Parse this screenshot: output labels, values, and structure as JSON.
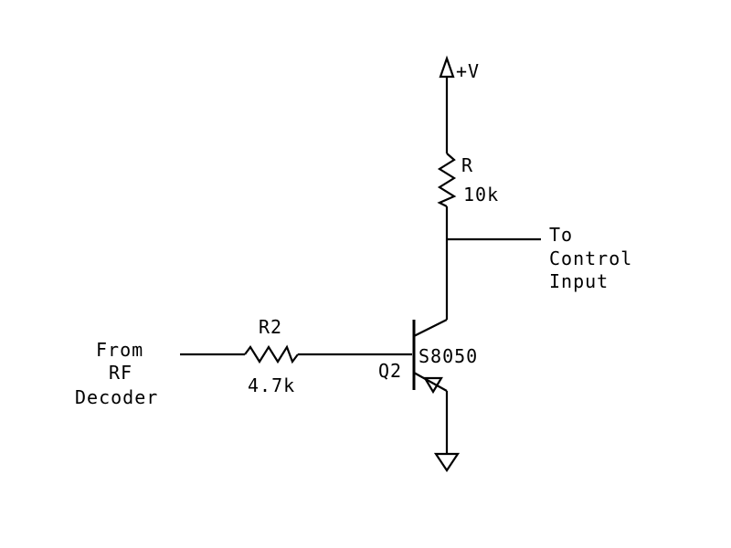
{
  "supply": {
    "label": "+V"
  },
  "resistor_r": {
    "ref": "R",
    "value": "10k"
  },
  "resistor_r2": {
    "ref": "R2",
    "value": "4.7k"
  },
  "transistor": {
    "ref": "Q2",
    "part": "S8050"
  },
  "output_label": [
    "To",
    "Control",
    "Input"
  ],
  "input_label": [
    "From",
    "RF",
    "Decoder"
  ]
}
